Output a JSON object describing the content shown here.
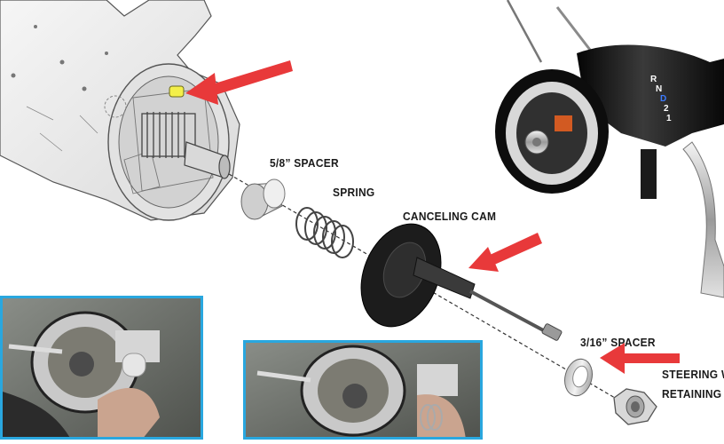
{
  "labels": {
    "spacer_5_8": "5/8” SPACER",
    "spring": "SPRING",
    "canceling_cam": "CANCELING CAM",
    "spacer_3_16": "3/16” SPACER",
    "steering_nut_line1": "STEERING WH",
    "steering_nut_line2": "RETAINING N"
  },
  "column_indicator": {
    "letters": [
      "R",
      "N",
      "D",
      "2",
      "1"
    ]
  },
  "colors": {
    "arrow": "#e8393a",
    "photo_border": "#29a7df",
    "housing": "#ebebeb",
    "housing_line": "#555555",
    "cam": "#1c1c1c",
    "column_black": "#121212"
  }
}
